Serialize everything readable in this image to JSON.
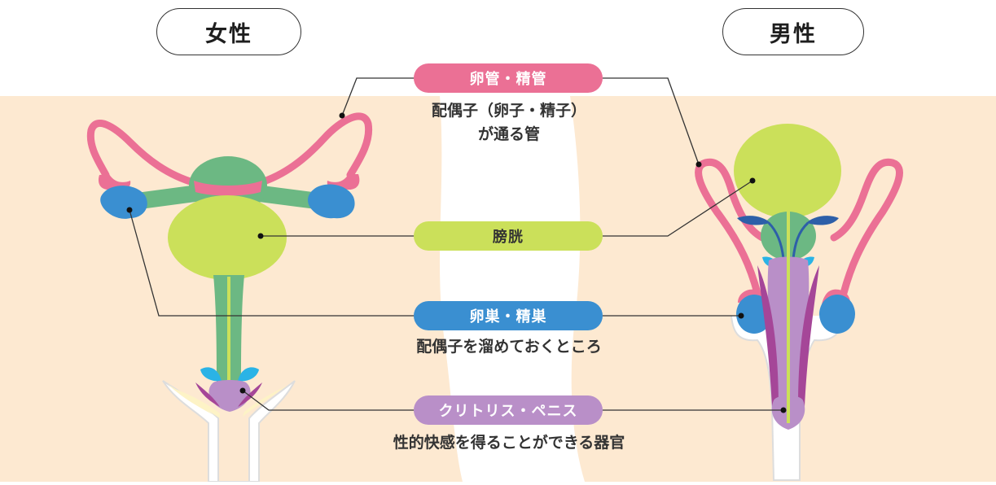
{
  "sexes": {
    "female": "女性",
    "male": "男性"
  },
  "labels": {
    "ducts": {
      "title": "卵管・精管",
      "desc_line1": "配偶子（卵子・精子）",
      "desc_line2": "が通る管"
    },
    "bladder": {
      "title": "膀胱"
    },
    "gonads": {
      "title": "卵巣・精巣",
      "desc": "配偶子を溜めておくところ"
    },
    "genital": {
      "title": "クリトリス・ペニス",
      "desc": "性的快感を得ることができる器官"
    }
  },
  "colors": {
    "skin": "#fde9d1",
    "pink": "#eb7095",
    "green": "#6cb883",
    "lime": "#cbe05a",
    "blue": "#3a8fd1",
    "cyan": "#2ab3e6",
    "navy": "#2d5fa8",
    "purple": "#b98fc8",
    "magenta": "#a54698",
    "cream": "#fdf3c6",
    "line": "#333333"
  }
}
